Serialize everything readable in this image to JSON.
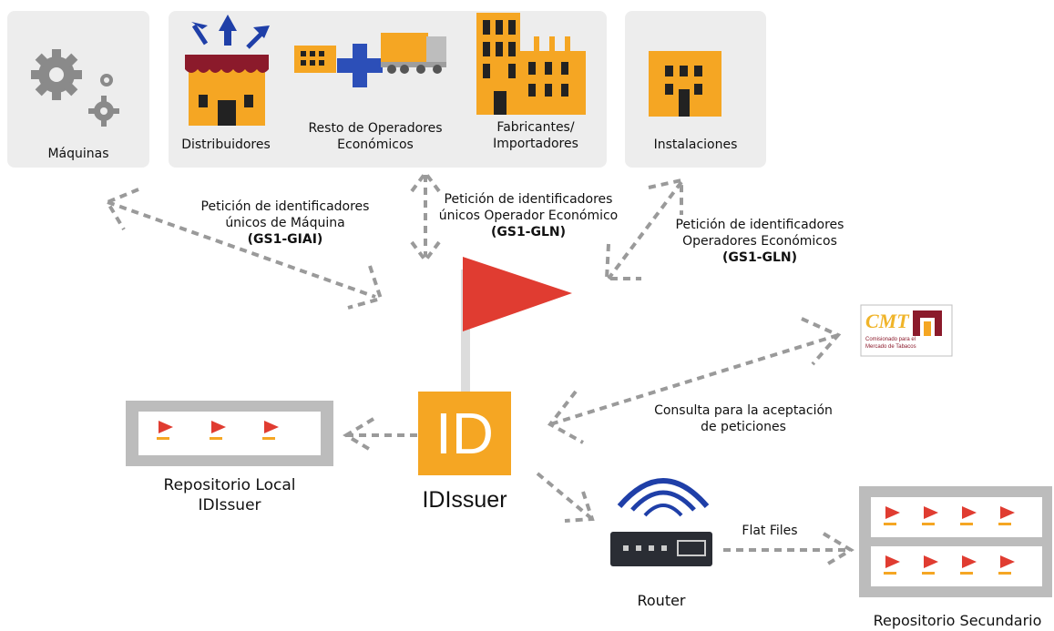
{
  "panels": {
    "maquinas": "Máquinas",
    "distribuidores": "Distribuidores",
    "resto_line1": "Resto de Operadores",
    "resto_line2": "Económicos",
    "fabricantes_line1": "Fabricantes/",
    "fabricantes_line2": "Importadores",
    "instalaciones": "Instalaciones"
  },
  "annotations": {
    "maquina_line1": "Petición de identificadores",
    "maquina_line2": "únicos de Máquina",
    "maquina_code": "(GS1-GIAI)",
    "operador_line1": "Petición de identificadores",
    "operador_line2": "únicos Operador Económico",
    "operador_code": "(GS1-GLN)",
    "operadores_line1": "Petición de identificadores",
    "operadores_line2": "Operadores Económicos",
    "operadores_code": "(GS1-GLN)",
    "consulta_line1": "Consulta para la aceptación",
    "consulta_line2": "de peticiones",
    "flat_files": "Flat Files"
  },
  "nodes": {
    "id_logo_text": "ID",
    "idissuer": "IDIssuer",
    "repo_local_line1": "Repositorio Local",
    "repo_local_line2": "IDIssuer",
    "router": "Router",
    "repo_secundario": "Repositorio Secundario",
    "cmt_logo": "CMT",
    "cmt_sub_line1": "Comisionado para el",
    "cmt_sub_line2": "Mercado de Tabacos"
  },
  "colors": {
    "orange": "#f5a623",
    "red_flag": "#e03c31",
    "blue": "#1f3fa8",
    "dashed": "#9a9a9a",
    "panel": "#ededed"
  }
}
